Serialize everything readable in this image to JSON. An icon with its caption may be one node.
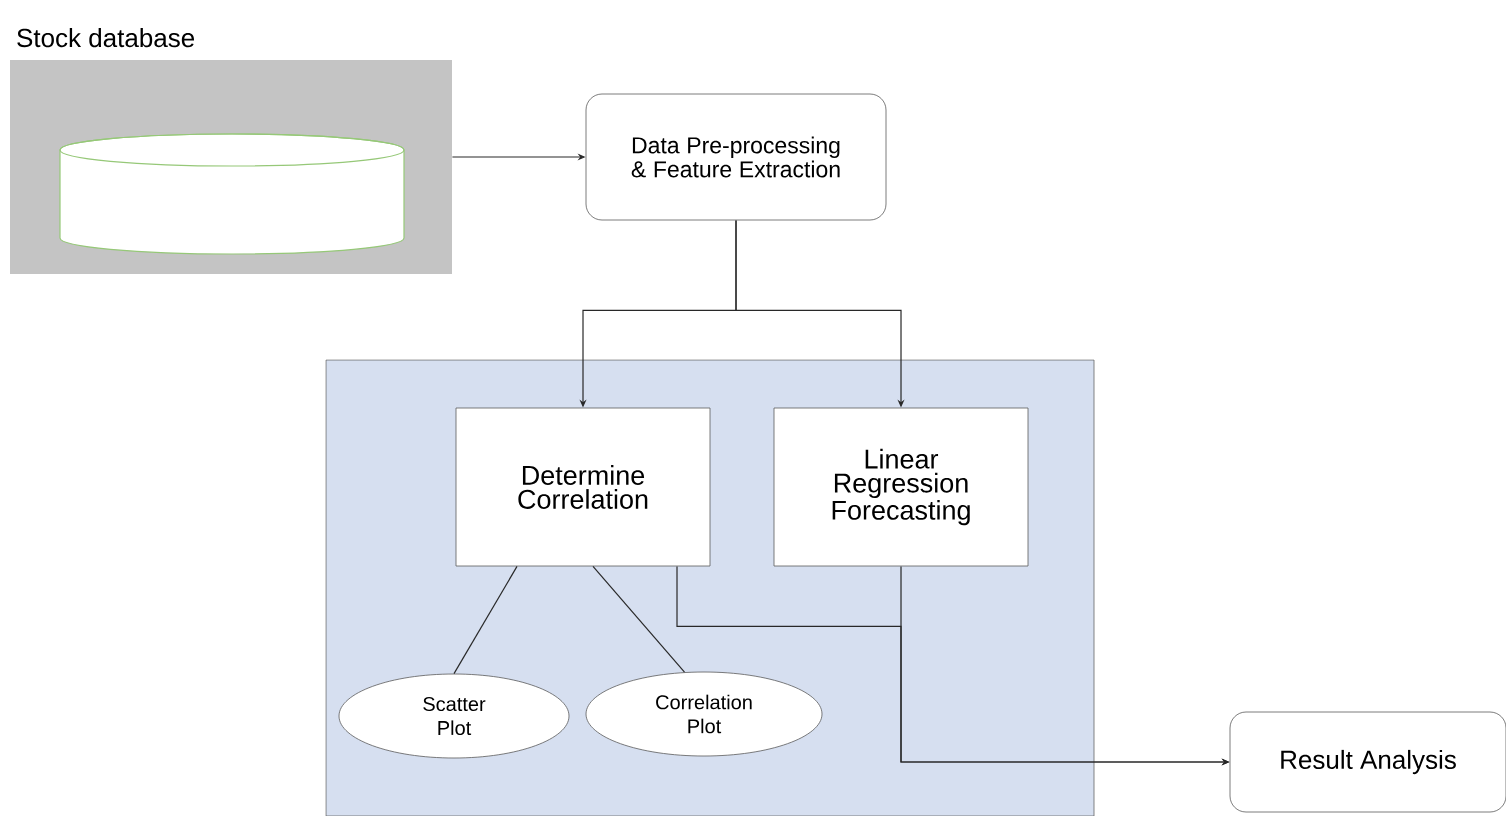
{
  "diagram": {
    "nodes": [
      {
        "text": [
          "Stock database"
        ]
      },
      {
        "text": [],
        "shape": "cylinder",
        "in": 0
      },
      {
        "text": [
          "Data Pre-processing & Feature Extraction"
        ]
      },
      {
        "text": [],
        "shape": "box"
      },
      {
        "text": [
          "Determine Correlation"
        ],
        "in": 3
      },
      {
        "text": [
          "Linear Regression Forecasting"
        ],
        "in": 3
      },
      {
        "text": [
          "Scatter Plot"
        ],
        "in": 3
      },
      {
        "text": [
          "Correlation Plot"
        ],
        "in": 3
      },
      {
        "text": [
          "Result Analysis"
        ]
      }
    ],
    "edges": [
      {
        "from": 0,
        "to": 2,
        "arrow": "to"
      },
      {
        "from": 2,
        "to": 4,
        "arrow": "to"
      },
      {
        "from": 2,
        "to": 5,
        "arrow": "to"
      },
      {
        "from": 4,
        "to": 6,
        "arrow": "none"
      },
      {
        "from": 4,
        "to": 7,
        "arrow": "none"
      },
      {
        "from": 4,
        "to": 8,
        "arrow": "to"
      },
      {
        "from": 5,
        "to": 8,
        "arrow": "to"
      }
    ]
  }
}
